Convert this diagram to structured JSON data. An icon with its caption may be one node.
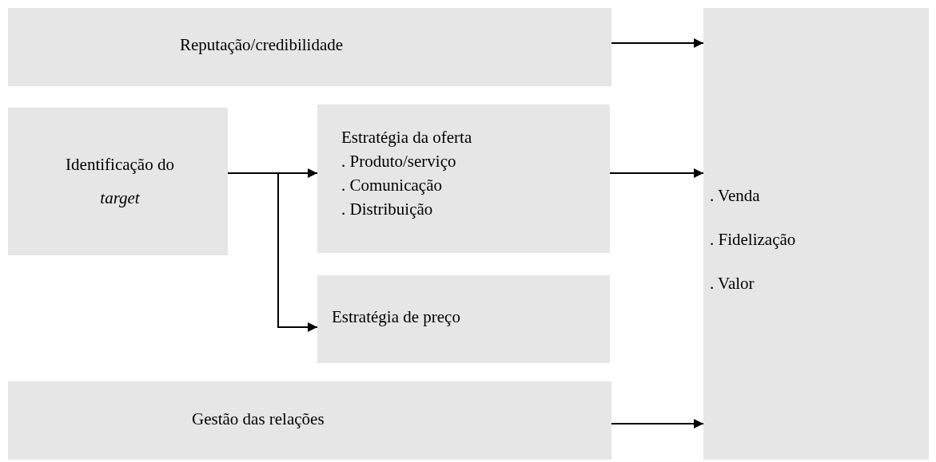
{
  "diagram": {
    "nodes": [
      {
        "text": [
          "Reputação/credibilidade"
        ]
      },
      {
        "text": [
          "Identificação do *target*"
        ]
      },
      {
        "text": [
          "Estratégia da oferta",
          ". Produto/serviço",
          ". Comunicação",
          ". Distribuição"
        ]
      },
      {
        "text": [
          "Estratégia de preço"
        ]
      },
      {
        "text": [
          "Gestão das relações"
        ]
      },
      {
        "text": [
          ". Venda",
          ". Fidelização",
          ". Valor"
        ]
      }
    ],
    "edges": [
      {
        "from": 0,
        "to": 5,
        "arrow": "to"
      },
      {
        "from": 1,
        "to": 2,
        "arrow": "to"
      },
      {
        "from": 1,
        "to": 3,
        "arrow": "to"
      },
      {
        "from": 2,
        "to": 5,
        "arrow": "to"
      },
      {
        "from": 4,
        "to": 5,
        "arrow": "to"
      }
    ]
  }
}
